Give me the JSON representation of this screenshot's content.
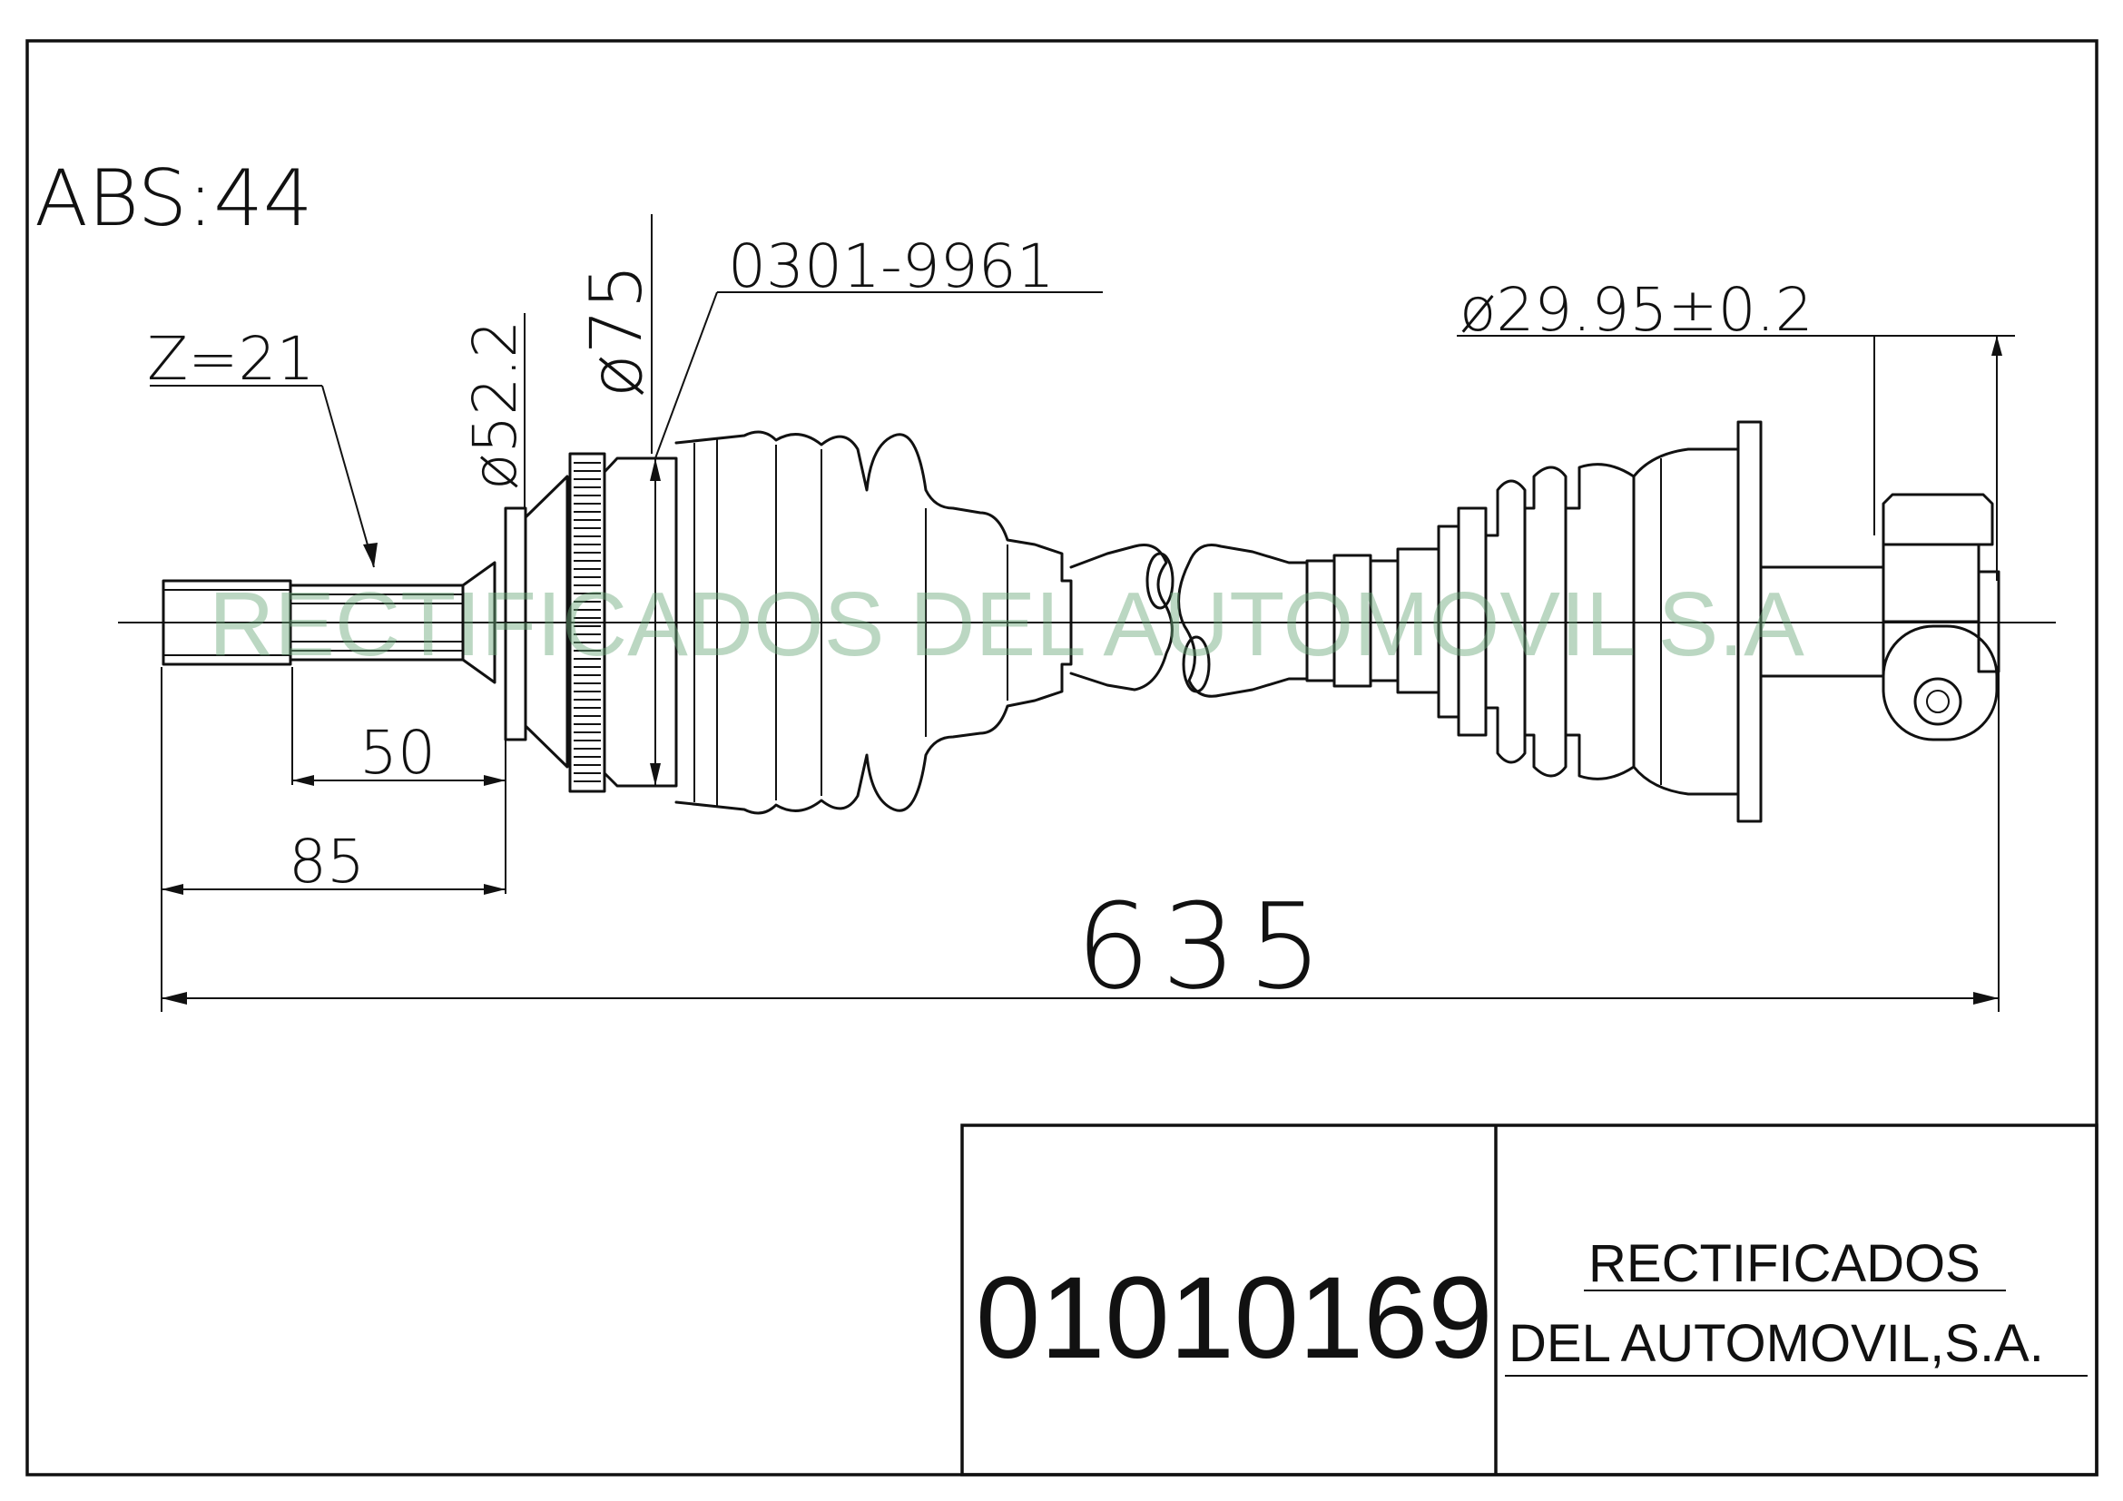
{
  "drawing": {
    "abs_label": "ABS:44",
    "spline_label": "Z=21",
    "dia_52_label": "ø52.2",
    "dia_75_label": "ø75",
    "boot_ref_label": "0301-9961",
    "dia_shaft_label": "ø29.95±0.2",
    "dim_50_label": "50",
    "dim_85_label": "85",
    "dim_635_label": "635",
    "watermark": "RECTIFICADOS DEL AUTOMOVIL S.A"
  },
  "title_block": {
    "part_number": "01010169",
    "company_line1": "RECTIFICADOS",
    "company_line2": "DEL AUTOMOVIL,S.A."
  }
}
